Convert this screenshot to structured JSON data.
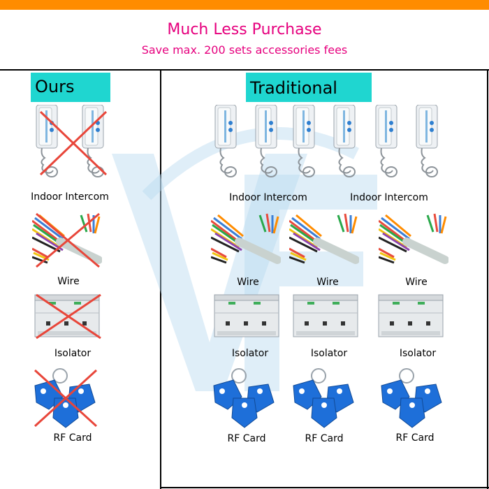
{
  "header": {
    "title": "Much Less Purchase",
    "subtitle": "Save max. 200 sets accessories fees",
    "colors": {
      "top_bar": "#ff8c00",
      "title": "#e6007e"
    }
  },
  "ours": {
    "tag": "Ours",
    "labels": {
      "intercom": "Indoor Intercom",
      "wire": "Wire",
      "isolator": "Isolator",
      "card": "RF Card"
    },
    "crossed_out": true
  },
  "traditional": {
    "tag": "Traditional",
    "intercom_labels": [
      "Indoor Intercom",
      "Indoor Intercom"
    ],
    "wire_labels": [
      "Wire",
      "Wire",
      "Wire"
    ],
    "isolator_labels": [
      "Isolator",
      "Isolator",
      "Isolator"
    ],
    "card_labels": [
      "RF Card",
      "RF Card",
      "RF Card"
    ]
  },
  "colors": {
    "tag_bg": "#1fd6d0",
    "cross": "#e8463a",
    "card_blue": "#1e6fd9"
  },
  "icons": [
    "intercom-handset-icon",
    "cable-bundle-icon",
    "isolator-module-icon",
    "rfid-keyfob-icon",
    "red-cross-icon",
    "vf-watermark-icon"
  ]
}
